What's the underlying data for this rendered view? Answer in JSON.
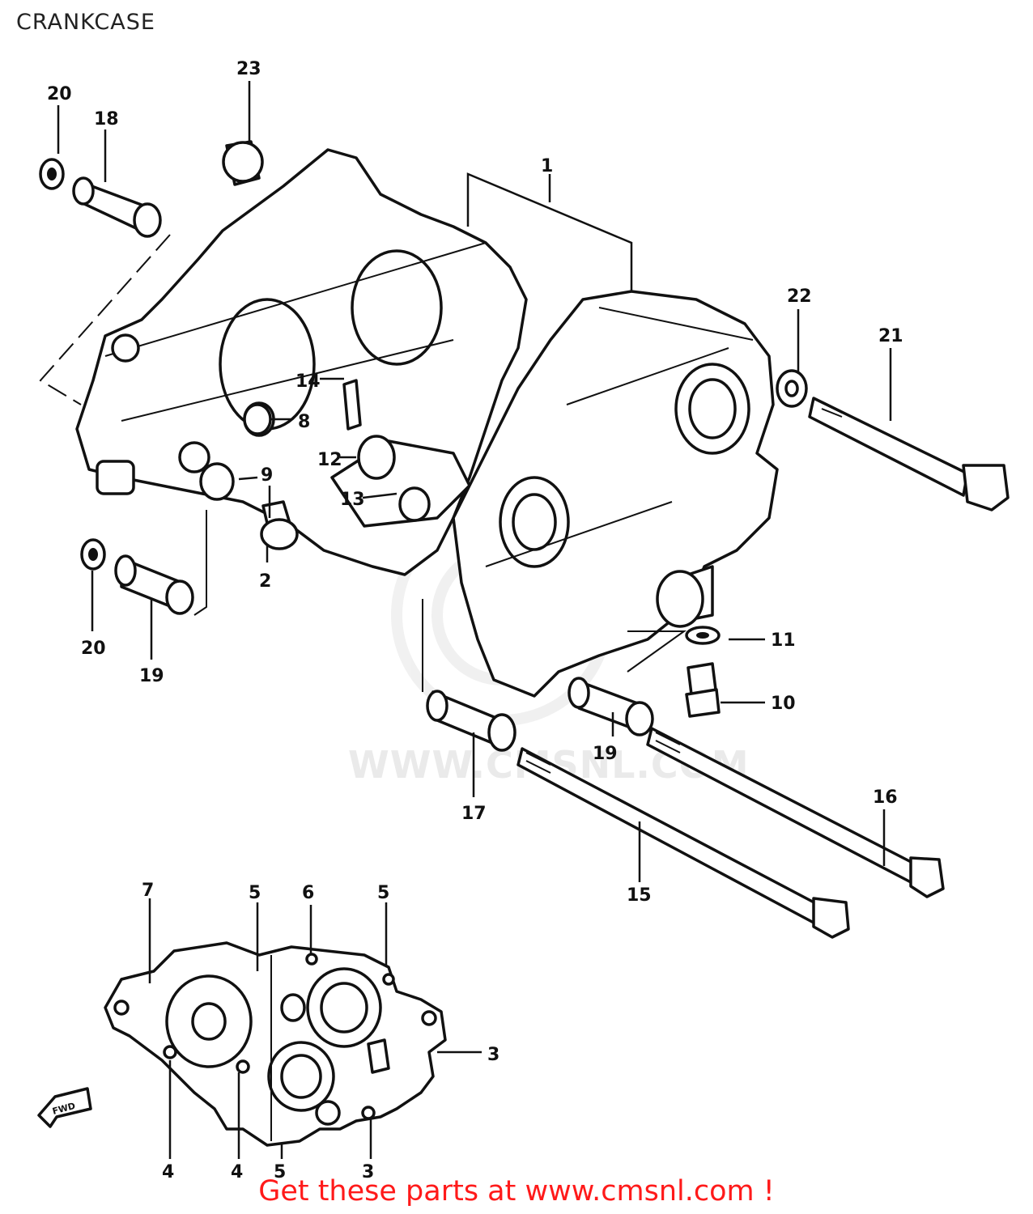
{
  "page": {
    "title": "CRANKCASE",
    "footer": "Get these parts at www.cmsnl.com !",
    "watermark": "WWW.CMSNL.COM",
    "front_marker": "FWD"
  },
  "callouts": {
    "c1": "1",
    "c2": "2",
    "c3a": "3",
    "c3b": "3",
    "c4a": "4",
    "c4b": "4",
    "c5a": "5",
    "c5b": "5",
    "c5c": "5",
    "c6": "6",
    "c7": "7",
    "c8": "8",
    "c9": "9",
    "c10": "10",
    "c11": "11",
    "c12": "12",
    "c13": "13",
    "c14": "14",
    "c15": "15",
    "c16": "16",
    "c17": "17",
    "c18": "18",
    "c19a": "19",
    "c19b": "19",
    "c20a": "20",
    "c20b": "20",
    "c21": "21",
    "c22": "22",
    "c23": "23"
  },
  "colors": {
    "footer": "#ff1a1a",
    "line": "#111111",
    "watermark": "#eaeaea"
  }
}
